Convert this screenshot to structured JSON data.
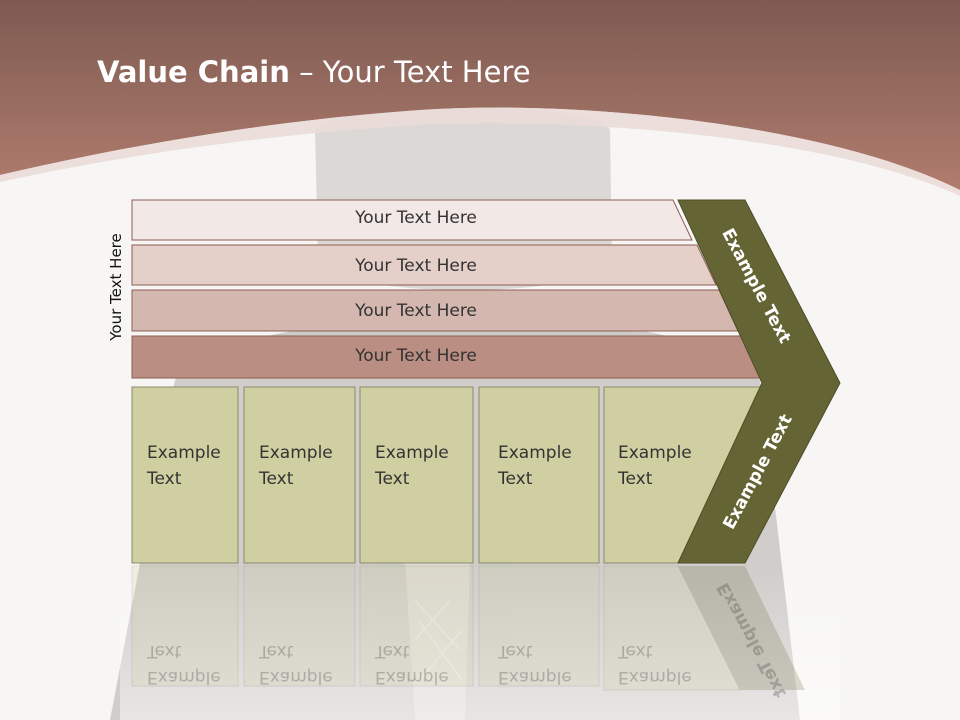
{
  "slide": {
    "title_bold": "Value Chain",
    "title_rest": " – Your Text Here",
    "side_label": "Your Text Here"
  },
  "bars": [
    {
      "label": "Your Text Here",
      "color": "#f2e8e6"
    },
    {
      "label": "Your Text Here",
      "color": "#e4cfc9"
    },
    {
      "label": "Your Text Here",
      "color": "#d4b7ae"
    },
    {
      "label": "Your Text Here",
      "color": "#bb8e83"
    }
  ],
  "boxes": [
    {
      "line1": "Example",
      "line2": "Text"
    },
    {
      "line1": "Example",
      "line2": "Text"
    },
    {
      "line1": "Example",
      "line2": "Text"
    },
    {
      "line1": "Example",
      "line2": "Text"
    },
    {
      "line1": "Example",
      "line2": "Text"
    }
  ],
  "chevron": {
    "upper_label": "Example Text",
    "lower_label": "Example Text",
    "color": "#656435"
  },
  "colors": {
    "header": "#9c6b5f",
    "box_fill": "#cfcfa1",
    "box_border": "#8a8a6a",
    "bar_border": "#8b5e52"
  }
}
